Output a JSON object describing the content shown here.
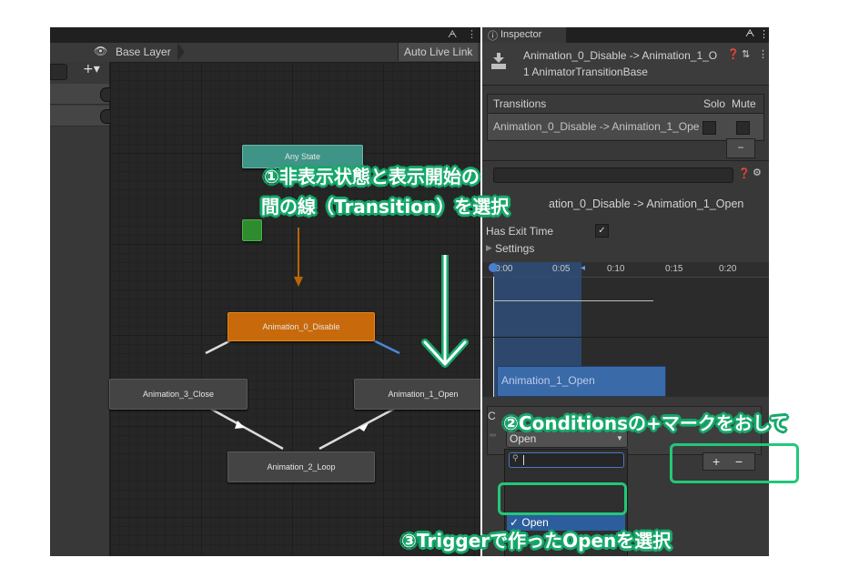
{
  "animator": {
    "base_layer": "Base Layer",
    "auto_live_link": "Auto Live Link",
    "plus_label": "+▾",
    "states": {
      "any_state": "Any State",
      "anim0": "Animation_0_Disable",
      "anim1": "Animation_1_Open",
      "anim2": "Animation_2_Loop",
      "anim3": "Animation_3_Close"
    }
  },
  "inspector": {
    "tab_title": "Inspector",
    "header_title": "Animation_0_Disable -> Animation_1_O",
    "header_subtitle": "1 AnimatorTransitionBase",
    "transitions_label": "Transitions",
    "solo_label": "Solo",
    "mute_label": "Mute",
    "transition_item": "Animation_0_Disable -> Animation_1_Ope",
    "minus": "−",
    "transition_title_visible": "ation_0_Disable -> Animation_1_Open",
    "has_exit_time_label": "Has Exit Time",
    "settings_label": "Settings",
    "timeline_ticks": [
      "0:00",
      "0:05",
      "0:10",
      "0:15",
      "0:20"
    ],
    "clip_label": "Animation_1_Open",
    "conditions_partial": "C",
    "param_value": "Open",
    "dropdown_search_placeholder": "",
    "dropdown_option": "✓ Open",
    "plus_btn": "+",
    "minus_btn": "−"
  },
  "annotations": {
    "step1_line1": "①非表示状態と表示開始の",
    "step1_line2": "間の線（Transition）を選択",
    "step2": "②Conditionsの+マークをおして",
    "step3": "③Triggerで作ったOpenを選択"
  },
  "colors": {
    "accent_green": "#22c878",
    "any_state": "#3a8f82",
    "orange_state": "#c8690b",
    "selection_blue": "#2c5d9c"
  }
}
